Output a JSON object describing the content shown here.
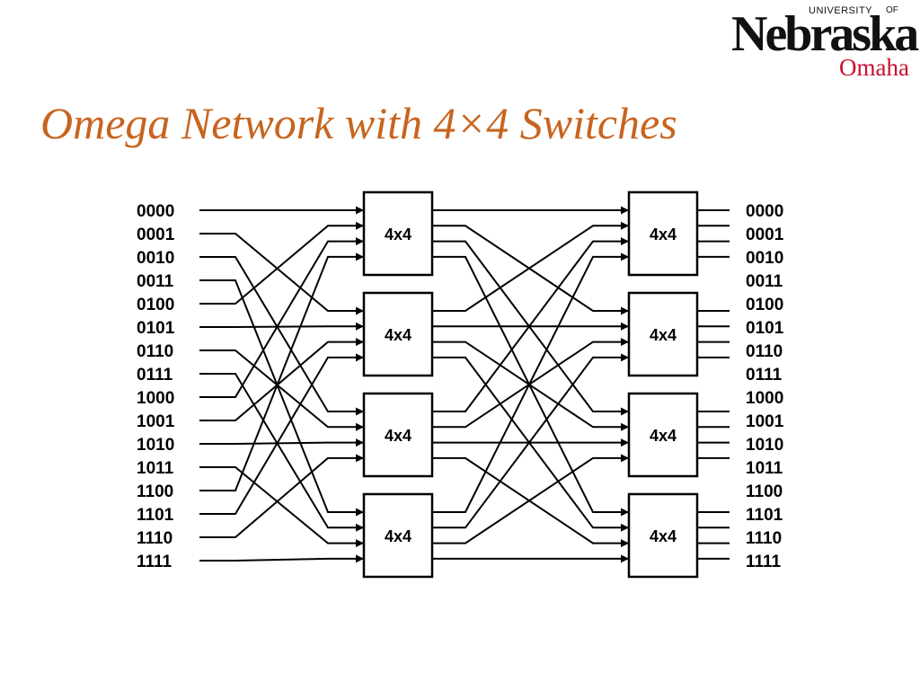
{
  "logo": {
    "university": "UNIVERSITY",
    "of": "OF",
    "name": "Nebraska",
    "campus": "Omaha",
    "campus_color": "#c8102e"
  },
  "title": "Omega Network with 4×4 Switches",
  "title_color": "#c8641e",
  "diagram": {
    "input_labels": [
      "0000",
      "0001",
      "0010",
      "0011",
      "0100",
      "0101",
      "0110",
      "0111",
      "1000",
      "1001",
      "1010",
      "1011",
      "1100",
      "1101",
      "1110",
      "1111"
    ],
    "output_labels": [
      "0000",
      "0001",
      "0010",
      "0011",
      "0100",
      "0101",
      "0110",
      "0111",
      "1000",
      "1001",
      "1010",
      "1011",
      "1100",
      "1101",
      "1110",
      "1111"
    ],
    "switch_label": "4x4",
    "stages": 2,
    "switches_per_stage": 4
  }
}
